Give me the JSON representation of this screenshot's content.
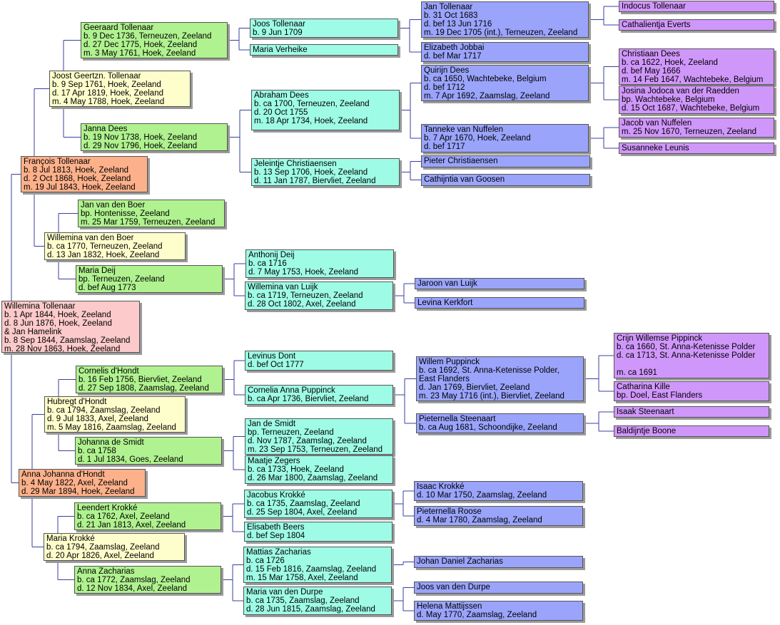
{
  "people": {
    "p1": [
      "Willemina Tollenaar",
      "b. 1 Apr 1844, Hoek, Zeeland",
      "d. 8 Jun 1876, Hoek, Zeeland",
      "& Jan Hamelink",
      "b. 8 Sep 1844, Zaamslag, Zeeland",
      "m. 28 Nov 1863, Hoek, Zeeland"
    ],
    "p2": [
      "François Tollenaar",
      "b. 8 Jul 1813, Hoek, Zeeland",
      "d. 2 Oct 1868, Hoek, Zeeland",
      "m. 19 Jul 1843, Hoek, Zeeland"
    ],
    "p3": [
      "Anna Johanna d'Hondt",
      "b. 4 May 1822, Axel, Zeeland",
      "d. 29 Mar 1894, Hoek, Zeeland"
    ],
    "p4": [
      "Joost Geertzn. Tollenaar",
      "b. 9 Sep 1761, Hoek, Zeeland",
      "d. 17 Apr 1819, Hoek, Zeeland",
      "m. 4 May 1788, Hoek, Zeeland"
    ],
    "p5": [
      "Willemina van den Boer",
      "b. ca 1770, Terneuzen, Zeeland",
      "d. 13 Jan 1832, Hoek, Zeeland"
    ],
    "p6": [
      "Hubregt d'Hondt",
      "b. ca 1794, Zaamslag, Zeeland",
      "d. 9 Jul 1833, Axel, Zeeland",
      "m. 5 May 1816, Zaamslag, Zeeland"
    ],
    "p7": [
      "Maria Krokké",
      "b. ca 1794, Zaamslag, Zeeland",
      "d. 20 Apr 1826, Axel, Zeeland"
    ],
    "p8": [
      "Geeraard Tollenaar",
      "b. 9 Dec 1736, Terneuzen, Zeeland",
      "d. 27 Dec 1775, Hoek, Zeeland",
      "m. 3 May 1761, Hoek, Zeeland"
    ],
    "p9": [
      "Janna Dees",
      "b. 19 Nov 1738, Hoek, Zeeland",
      "d. 29 Nov 1796, Hoek, Zeeland"
    ],
    "p10": [
      "Jan van den Boer",
      "bp. Hontenisse, Zeeland",
      "m. 25 Mar 1759, Terneuzen, Zeeland"
    ],
    "p11": [
      "Maria Deij",
      "bp. Terneuzen, Zeeland",
      "d. bef  Aug 1773"
    ],
    "p12": [
      "Cornelis d'Hondt",
      "b. 16 Feb 1756, Biervliet, Zeeland",
      "d. 27 Sep 1808, Zaamslag, Zeeland"
    ],
    "p13": [
      "Johanna de Smidt",
      "b. ca 1758",
      "d. 1 Jul 1834, Goes, Zeeland"
    ],
    "p14": [
      "Leendert Krokké",
      "b. ca 1762, Axel, Zeeland",
      "d. 21 Jan 1813, Axel, Zeeland"
    ],
    "p15": [
      "Anna Zacharias",
      "b. ca 1772, Zaamslag, Zeeland",
      "d. 12 Nov 1834, Axel, Zeeland"
    ],
    "p16": [
      "Joos Tollenaar",
      "b. 9 Jun 1709"
    ],
    "p17": [
      "Maria Verheike"
    ],
    "p18": [
      "Abraham Dees",
      "b. ca 1700, Terneuzen, Zeeland",
      "d. 20 Oct 1755",
      "m. 18 Apr 1734, Hoek, Zeeland"
    ],
    "p19": [
      "Jeleintje Christiaensen",
      "b. 13 Sep 1706, Hoek, Zeeland",
      "d. 11 Jan 1787, Biervliet, Zeeland"
    ],
    "p22": [
      "Anthonij Deij",
      "b. ca 1716",
      "d. 7 May 1753, Hoek, Zeeland"
    ],
    "p23": [
      "Willemina van Luijk",
      "b. ca 1719, Terneuzen, Zeeland",
      "d. 28 Oct 1802, Axel, Zeeland"
    ],
    "p24": [
      "Levinus Dont",
      "d. bef  Oct 1777"
    ],
    "p25": [
      "Cornelia Anna Puppinck",
      "b. ca  Apr 1736, Biervliet, Zeeland"
    ],
    "p26": [
      "Jan de Smidt",
      "bp. Terneuzen, Zeeland",
      "d. Nov 1787, Zaamslag, Zeeland",
      "m. 23 Sep 1753, Terneuzen, Zeeland"
    ],
    "p27": [
      "Maatje Zegers",
      "b. ca 1733, Hoek, Zeeland",
      "d. 26 Mar 1800, Zaamslag, Zeeland"
    ],
    "p28": [
      "Jacobus Krokké",
      "b. ca 1735, Zaamslag, Zeeland",
      "d. 25 Sep 1804, Axel, Zeeland"
    ],
    "p29": [
      "Elisabeth Beers",
      "d. bef  Sep 1804"
    ],
    "p30": [
      "Mattias Zacharias",
      "b. ca 1726",
      "d. 15 Feb 1816, Zaamslag, Zeeland",
      "m. 15 Mar 1758, Axel, Zeeland"
    ],
    "p31": [
      "Maria van den Durpe",
      "b. ca 1735, Zaamslag, Zeeland",
      "d. 28 Jun 1815, Zaamslag, Zeeland"
    ],
    "p32": [
      "Jan Tollenaar",
      "b. 31 Oct 1683",
      "d. bef 13 Jun 1716",
      "m. 19 Dec 1705 (int.), Terneuzen, Zeeland"
    ],
    "p33": [
      "Elizabeth Jobbai",
      "d. bef  Mar 1717"
    ],
    "p36": [
      "Quirijn Dees",
      "b. ca 1650, Wachtebeke, Belgium",
      "d. bef 1712",
      "m. 7 Apr 1692, Zaamslag, Zeeland"
    ],
    "p37": [
      "Tanneke van Nuffelen",
      "b. 7 Apr 1670, Hoek, Zeeland",
      "d. bef 1717"
    ],
    "p38": [
      "Pieter Christiaensen"
    ],
    "p39": [
      "Cathijntia van Goosen"
    ],
    "p46": [
      "Jaroon van Luijk"
    ],
    "p47": [
      "Levina Kerkfort"
    ],
    "p50": [
      "Willem Puppinck",
      "b. ca 1692, St. Anna-Ketenisse Polder,",
      "  East Flanders",
      "d. Jan 1769, Biervliet, Zeeland",
      "m. 23 May 1716 (int.), Biervliet, Zeeland"
    ],
    "p51": [
      "Pieternella Steenaart",
      "b. ca  Aug 1681, Schoondijke, Zeeland"
    ],
    "p56": [
      "Isaac Krokké",
      "d. 10 Mar 1750, Zaamslag, Zeeland"
    ],
    "p57": [
      "Pieternella Roose",
      "d. 4 Mar 1780, Zaamslag, Zeeland"
    ],
    "p60": [
      "Johan Daniel Zacharias"
    ],
    "p62": [
      "Joos van den Durpe"
    ],
    "p63": [
      "Helena Mattijssen",
      "d. May 1770, Zaamslag, Zeeland"
    ],
    "p64": [
      "Indocus Tollenaar"
    ],
    "p65": [
      "Cathalientja Everts"
    ],
    "p72": [
      "Christiaan Dees",
      "b. ca 1622, Hoek, Zeeland",
      "d. bef  May 1666",
      "m. 14 Feb 1647, Wachtebeke, Belgium"
    ],
    "p73": [
      "Josina Jodoca van der Raedden",
      "bp. Wachtebeke, Belgium",
      "d. 15 Oct 1687, Wachtebeke, Belgium"
    ],
    "p74": [
      "Jacob van Nuffelen",
      "m. 25 Nov 1670, Terneuzen, Zeeland"
    ],
    "p75": [
      "Susanneke Leunis"
    ],
    "p100": [
      "Crijn Willemse Pippinck",
      "b. ca 1660, St. Anna-Ketenisse Polder",
      "d. ca 1713, St. Anna-Ketenisse Polder",
      "",
      "m. ca 1691"
    ],
    "p101": [
      "Catharina Kille",
      "bp. Doel, East Flanders"
    ],
    "p102": [
      "Isaak Steenaart"
    ],
    "p103": [
      "Baldijntje Boone"
    ]
  },
  "colors": {
    "root": "#fccaca",
    "parents": "#fdb18b",
    "grandparents": "#fefecc",
    "great_grandparents": "#b0f28f",
    "gen4": "#9efce6",
    "gen5": "#9aa4fb",
    "gen6": "#d097fb",
    "connector": "#3a3fa0"
  }
}
